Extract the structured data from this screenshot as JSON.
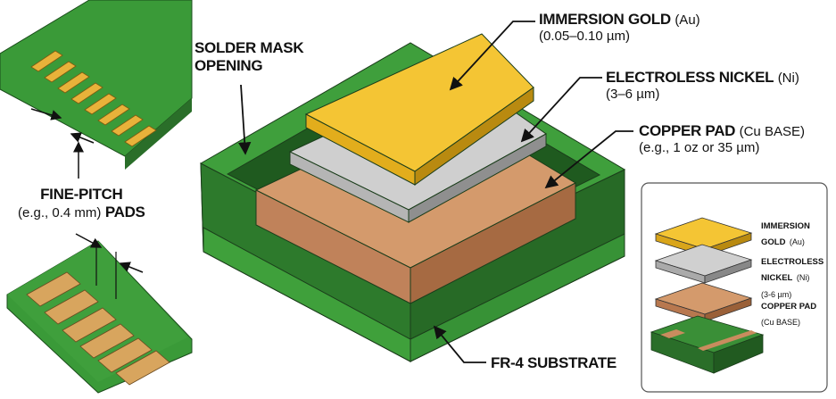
{
  "labels": {
    "gold": {
      "title": "IMMERSION GOLD",
      "symbol": "(Au)",
      "thickness": "(0.05–0.10 µm)"
    },
    "nickel": {
      "title": "ELECTROLESS NICKEL",
      "symbol": "(Ni)",
      "thickness": "(3–6 µm)"
    },
    "copper": {
      "title": "COPPER PAD",
      "symbol": "(Cu BASE)",
      "thickness": "(e.g., 1 oz or 35 µm)"
    },
    "solder_mask": {
      "line1": "SOLDER MASK",
      "line2": "OPENING"
    },
    "substrate": "FR-4 SUBSTRATE",
    "fine_pitch": {
      "line1": "FINE-PITCH",
      "line2_pre": "(e.g., 0.4 mm)",
      "line2_bold": "PADS"
    }
  },
  "inset": {
    "gold": {
      "line1": "IMMERSION",
      "line2_bold": "GOLD",
      "line2_sym": "(Au)"
    },
    "nickel": {
      "line1": "ELECTROLESS",
      "line2_bold": "NICKEL",
      "line2_sym": "(Ni)",
      "line3": "(3-6 µm)"
    },
    "copper": {
      "line1": "COPPER PAD",
      "line2": "(Cu BASE)"
    }
  },
  "colors": {
    "green_top": "#3f9a3a",
    "green_side": "#2b6f2a",
    "gold": "#f2c230",
    "nickel": "#c4c4c4",
    "copper": "#c98c5e"
  }
}
